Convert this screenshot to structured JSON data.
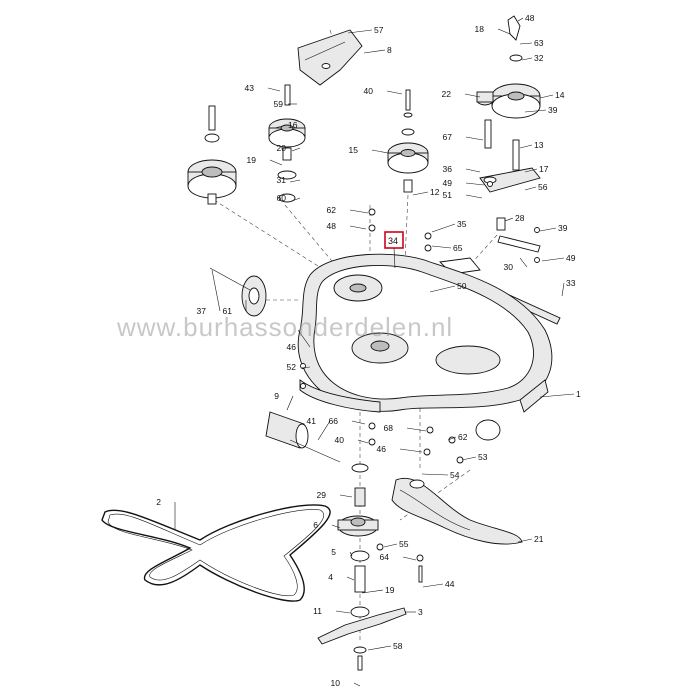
{
  "watermark": "www.burhassonderdelen.nl",
  "highlight": {
    "label": "34",
    "color": "#d0021b"
  },
  "callouts": [
    "57",
    "8",
    "48",
    "18",
    "63",
    "32",
    "43",
    "59",
    "40",
    "22",
    "14",
    "16",
    "39",
    "67",
    "13",
    "20",
    "19",
    "15",
    "36",
    "17",
    "31",
    "49",
    "56",
    "12",
    "51",
    "60",
    "62",
    "48",
    "28",
    "39",
    "35",
    "34",
    "65",
    "49",
    "30",
    "37",
    "61",
    "50",
    "33",
    "46",
    "52",
    "1",
    "66",
    "9",
    "40",
    "41",
    "68",
    "62",
    "46",
    "53",
    "54",
    "2",
    "29",
    "6",
    "55",
    "21",
    "5",
    "64",
    "4",
    "44",
    "19",
    "11",
    "3",
    "58",
    "10"
  ],
  "parts": {
    "mower_deck": "mower-deck",
    "drive_belt": "drive-belt",
    "blade": "mower-blade",
    "spindle": "blade-spindle",
    "idler_pulley": "idler-pulley",
    "belt_cover": "belt-cover"
  }
}
